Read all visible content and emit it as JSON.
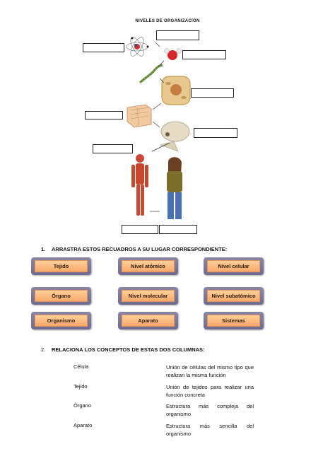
{
  "title": "NIVELES DE ORGANIZACIÓN",
  "questions": [
    {
      "number": "1.",
      "text": "ARRASTRA ESTOS RECUADROS A SU LUGAR CORRESPONDIENTE:"
    },
    {
      "number": "2.",
      "text": "RELACIONA LOS CONCEPTOS DE ESTAS DOS COLUMNAS:"
    }
  ],
  "tiles": [
    "Tejido",
    "Nivel atómico",
    "Nivel celular",
    "Órgano",
    "Nivel molecular",
    "Nivel subatómico",
    "Organismo",
    "Aparato",
    "Sistemas"
  ],
  "left_column": [
    "Célula",
    "Tejido",
    "Órgano",
    "Aparato"
  ],
  "right_column": [
    "Unión de células del mismo tipo que realizan la misma función",
    "Unión de tejidos para realizar una función concreta",
    "Estructura más compleja del organismo",
    "Estructura más sencilla del organismo"
  ]
}
